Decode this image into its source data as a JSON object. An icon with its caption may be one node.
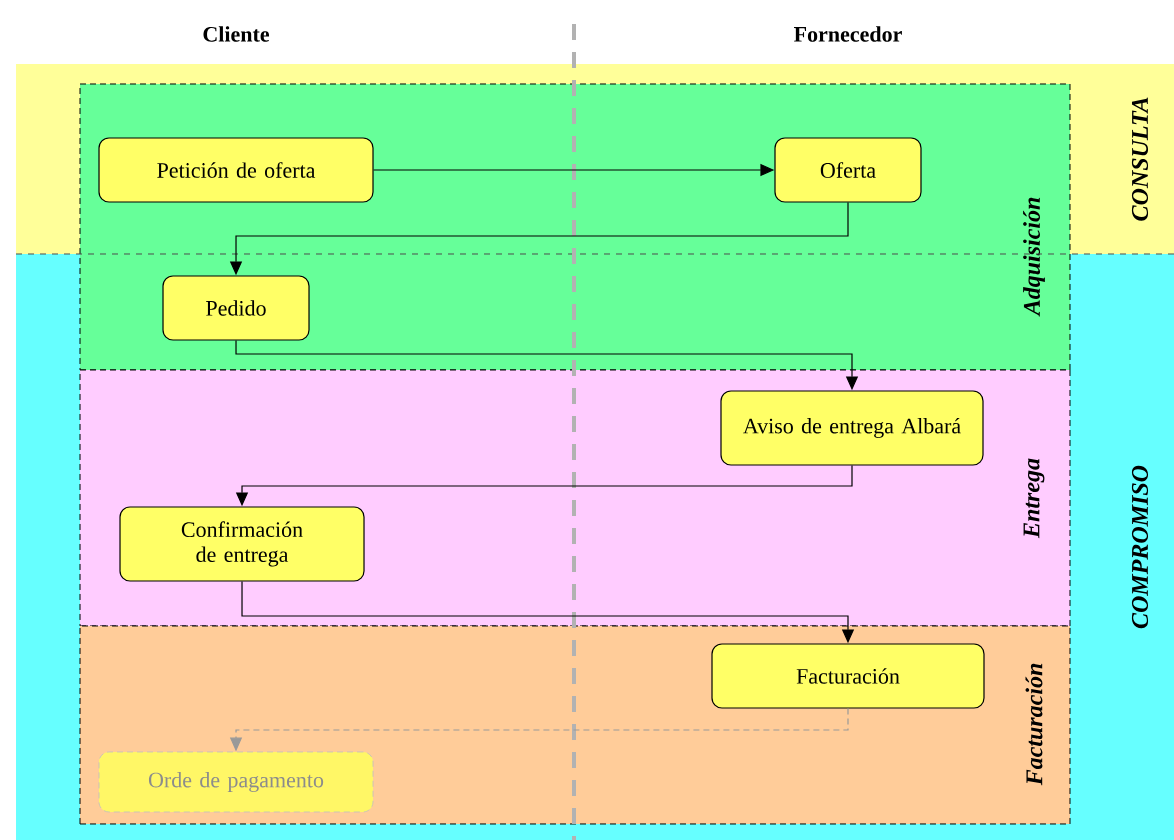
{
  "diagram": {
    "nodes": [
      {
        "text": [
          "Adquisición"
        ]
      },
      {
        "text": [
          "Petición de oferta"
        ],
        "in": 0
      },
      {
        "text": [
          "Oferta"
        ],
        "in": 0
      },
      {
        "text": [
          "Pedido"
        ],
        "in": 0
      },
      {
        "text": [
          "Entrega"
        ]
      },
      {
        "text": [
          "Aviso de entrega Albará"
        ],
        "in": 4
      },
      {
        "text": [
          "Confirmación de entrega"
        ],
        "in": 4
      },
      {
        "text": [
          "Facturación"
        ]
      },
      {
        "text": [
          "Facturación"
        ],
        "in": 7
      },
      {
        "text": [
          "Orde de pagamento"
        ],
        "in": 7
      }
    ],
    "edges": [
      {
        "from": 1,
        "to": 2,
        "arrow": "to"
      },
      {
        "from": 2,
        "to": 3,
        "arrow": "to"
      },
      {
        "from": 3,
        "to": 5,
        "arrow": "to"
      },
      {
        "from": 5,
        "to": 6,
        "arrow": "to"
      },
      {
        "from": 6,
        "to": 8,
        "arrow": "to"
      },
      {
        "from": 8,
        "to": 9,
        "arrow": "to",
        "style": "dashed",
        "color": "#999999"
      }
    ],
    "labels": [
      "Cliente",
      "Fornecedor",
      "CONSULTA",
      "COMPROMISO"
    ]
  }
}
